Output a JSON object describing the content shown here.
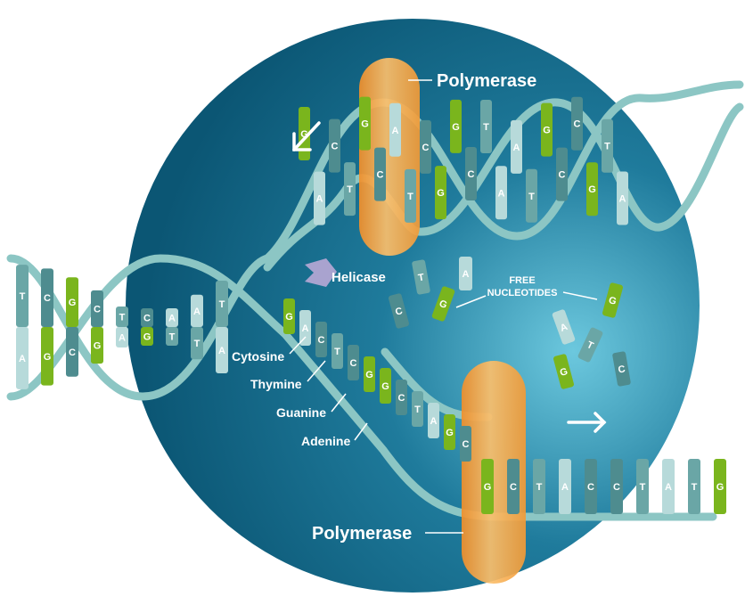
{
  "labels": {
    "polymerase_top": "Polymerase",
    "polymerase_bottom": "Polymerase",
    "helicase": "Helicase",
    "cytosine": "Cytosine",
    "thymine": "Thymine",
    "guanine": "Guanine",
    "adenine": "Adenine",
    "free_nucleotides_line1": "FREE",
    "free_nucleotides_line2": "NUCLEOTIDES"
  },
  "colors": {
    "circle_dark": "#0b5674",
    "circle_light": "#6cc8de",
    "strand": "#8cc6c4",
    "guanine": "#7ab51d",
    "cytosine": "#4e8c8f",
    "thymine": "#6aa6a6",
    "adenine": "#b7dada",
    "polymerase": "#f7a444",
    "helicase": "#a9a3cf"
  },
  "rungs_left": [
    {
      "top": "T",
      "bottom": "A"
    },
    {
      "top": "C",
      "bottom": "G"
    },
    {
      "top": "G",
      "bottom": "C"
    },
    {
      "top": "C",
      "bottom": "G"
    },
    {
      "top": "T",
      "bottom": "A"
    },
    {
      "top": "C",
      "bottom": "G"
    },
    {
      "top": "A",
      "bottom": "T"
    },
    {
      "top": "A",
      "bottom": "T"
    },
    {
      "top": "T",
      "bottom": "A"
    }
  ],
  "rungs_top": [
    "G",
    "A",
    "C",
    "T",
    "G",
    "C",
    "A",
    "T",
    "C",
    "G",
    "G",
    "C",
    "T",
    "A",
    "A",
    "T",
    "G",
    "C",
    "C",
    "G",
    "T",
    "A"
  ],
  "leading_strand_new": [
    "G",
    "A",
    "C",
    "T",
    "C",
    "G",
    "G",
    "C",
    "T",
    "A",
    "G",
    "C"
  ],
  "bottom_template": [
    "G",
    "C",
    "T",
    "A",
    "C",
    "C",
    "T",
    "A",
    "T",
    "G"
  ],
  "free_nucleotides": [
    "C",
    "T",
    "G",
    "A",
    "A",
    "T",
    "G",
    "C",
    "G"
  ]
}
